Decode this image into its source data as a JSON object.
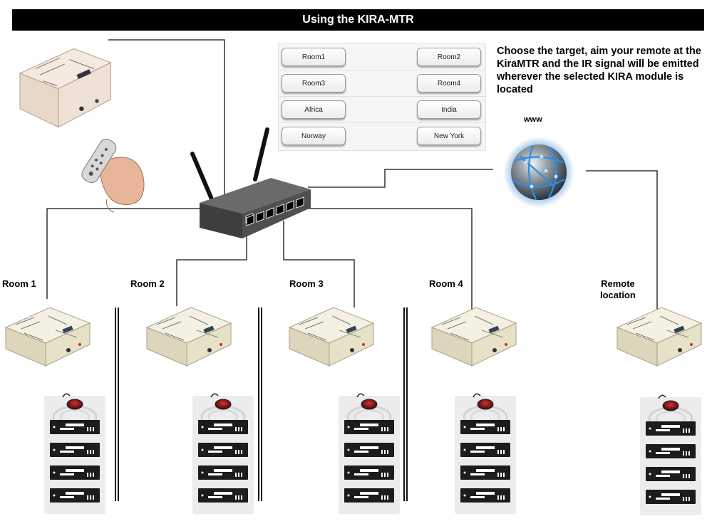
{
  "title": "Using the KIRA-MTR",
  "panel": {
    "buttons": [
      "Room1",
      "Room2",
      "Room3",
      "Room4",
      "Africa",
      "India",
      "Norway",
      "New York"
    ]
  },
  "description": "Choose the target, aim your remote at the KiraMTR and the IR signal will be emitted wherever the selected KIRA module is located",
  "internet_label": "www",
  "rooms": [
    "Room 1",
    "Room 2",
    "Room 3",
    "Room 4"
  ],
  "remote_location_label": [
    "Remote",
    "location"
  ],
  "colors": {
    "title_background": "#000000",
    "router": "#4a4a4a",
    "globe": "#3f8fd6",
    "device_body": "#ece6cc"
  }
}
